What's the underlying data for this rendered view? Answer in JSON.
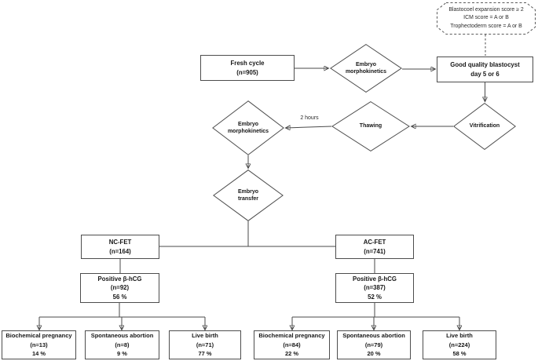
{
  "colors": {
    "background": "#ffffff",
    "line": "#4a4a4a",
    "box_border": "#4d4d4d",
    "text": "#161616"
  },
  "nodes": {
    "criteria_note": {
      "lines": [
        "Blastocoel expansion score ≥ 2",
        "ICM score = A or B",
        "Trophectoderm score = A or B"
      ]
    },
    "fresh_cycle": {
      "lines": [
        "Fresh cycle",
        "(n=905)"
      ]
    },
    "embryo_morphokinetics_fresh": {
      "lines": [
        "Embryo",
        "morphokinetics"
      ]
    },
    "good_quality_blastocyst": {
      "lines": [
        "Good quality blastocyst",
        "day 5 or 6"
      ]
    },
    "vitrification": {
      "lines": [
        "Vitrification"
      ]
    },
    "thawing": {
      "lines": [
        "Thawing"
      ]
    },
    "embryo_morphokinetics_thawed": {
      "lines": [
        "Embryo",
        "morphokinetics"
      ]
    },
    "embryo_transfer": {
      "lines": [
        "Embryo",
        "transfer"
      ]
    },
    "nc_fet": {
      "lines": [
        "NC-FET",
        "(n=164)"
      ]
    },
    "ac_fet": {
      "lines": [
        "AC-FET",
        "(n=741)"
      ]
    },
    "positive_bhcg_nc": {
      "lines": [
        "Positive β-hCG",
        "(n=92)",
        "56 %"
      ]
    },
    "positive_bhcg_ac": {
      "lines": [
        "Positive β-hCG",
        "(n=387)",
        "52 %"
      ]
    },
    "biochemical_pregnancy_nc": {
      "lines": [
        "Biochemical pregnancy",
        "(n=13)",
        "14 %"
      ]
    },
    "spontaneous_abortion_nc": {
      "lines": [
        "Spontaneous abortion",
        "(n=8)",
        "9 %"
      ]
    },
    "live_birth_nc": {
      "lines": [
        "Live birth",
        "(n=71)",
        "77 %"
      ]
    },
    "biochemical_pregnancy_ac": {
      "lines": [
        "Biochemical pregnancy",
        "(n=84)",
        "22 %"
      ]
    },
    "spontaneous_abortion_ac": {
      "lines": [
        "Spontaneous abortion",
        "(n=79)",
        "20 %"
      ]
    },
    "live_birth_ac": {
      "lines": [
        "Live birth",
        "(n=224)",
        "58 %"
      ]
    }
  },
  "edge_labels": {
    "thawing_to_morphokinetics": "2 hours"
  }
}
